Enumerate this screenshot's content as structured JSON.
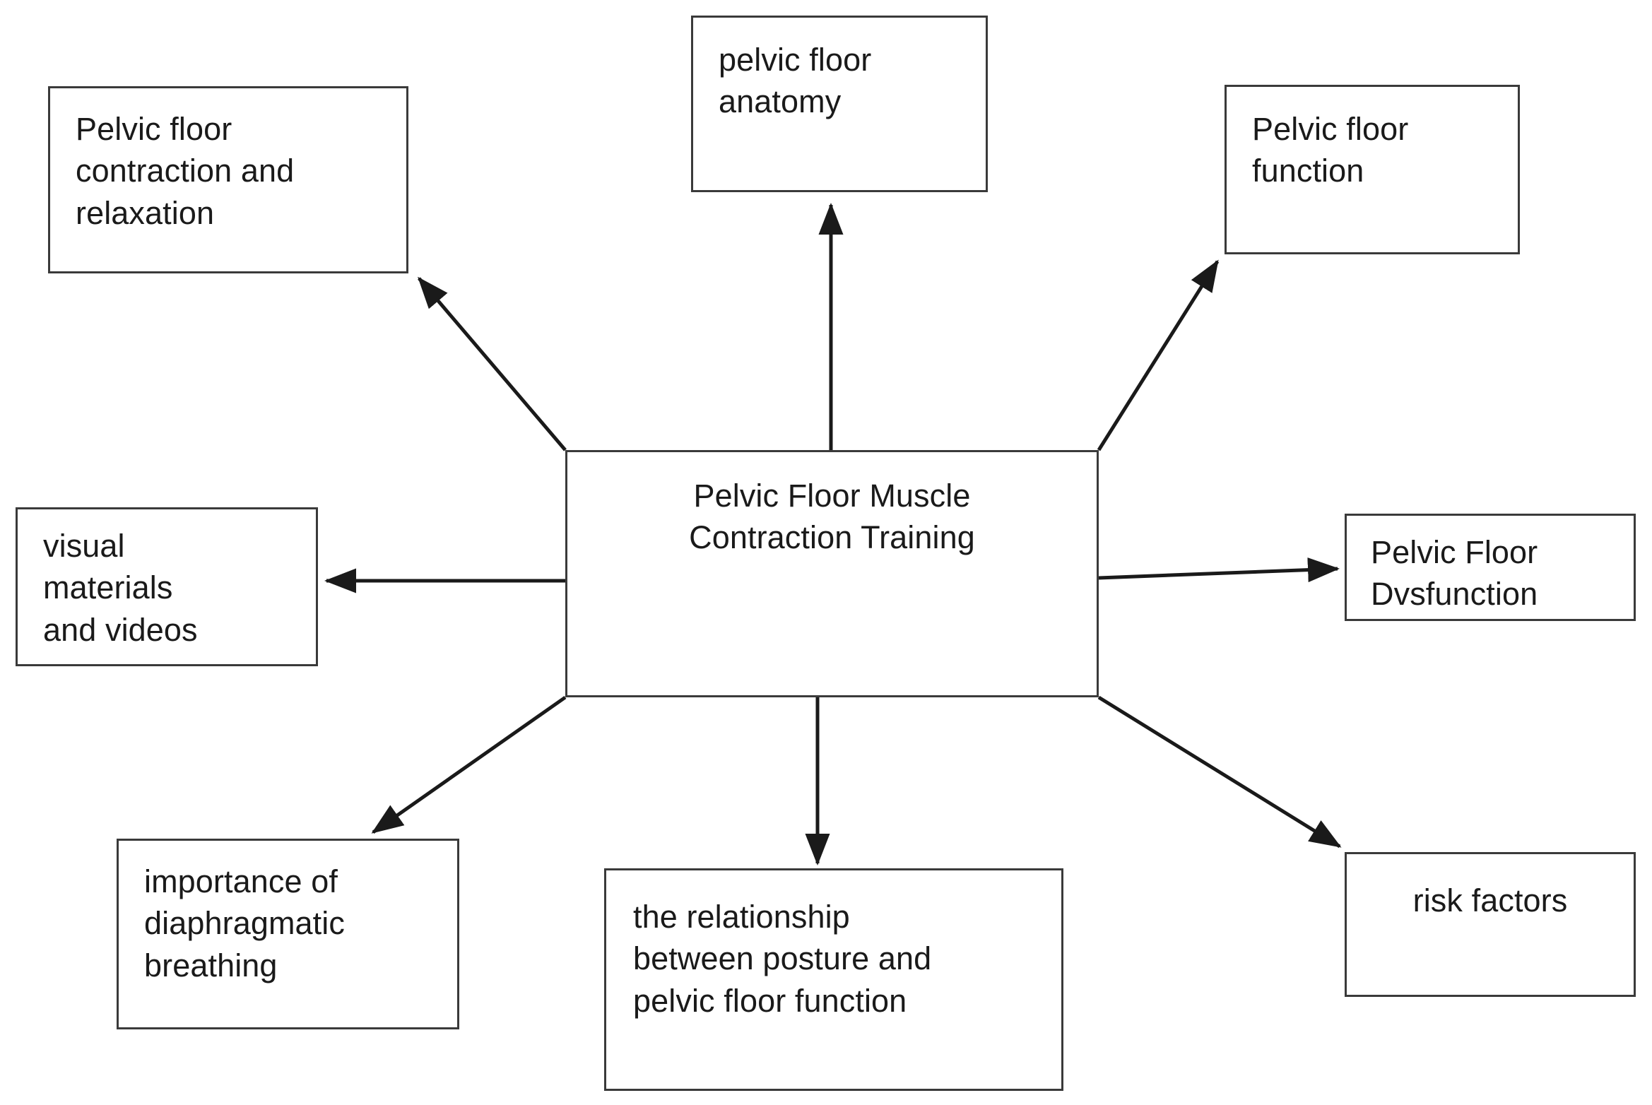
{
  "diagram": {
    "type": "concept-map",
    "center": {
      "id": "center",
      "label": "Pelvic Floor Muscle\nContraction Training"
    },
    "nodes": [
      {
        "id": "anatomy",
        "label": "pelvic floor\nanatomy"
      },
      {
        "id": "contraction",
        "label": "Pelvic floor\ncontraction and\nrelaxation"
      },
      {
        "id": "function",
        "label": "Pelvic floor\nfunction"
      },
      {
        "id": "visual",
        "label": "visual\nmaterials\nand videos"
      },
      {
        "id": "dysfunction",
        "label": "Pelvic Floor\nDvsfunction"
      },
      {
        "id": "breathing",
        "label": "importance of\ndiaphragmatic\nbreathing"
      },
      {
        "id": "posture",
        "label": "the relationship\nbetween posture and\npelvic floor function"
      },
      {
        "id": "risk",
        "label": "risk factors"
      }
    ],
    "edges": [
      {
        "from": "center",
        "to": "anatomy",
        "direction": "up"
      },
      {
        "from": "center",
        "to": "contraction",
        "direction": "up-left"
      },
      {
        "from": "center",
        "to": "function",
        "direction": "up-right"
      },
      {
        "from": "center",
        "to": "visual",
        "direction": "left"
      },
      {
        "from": "center",
        "to": "dysfunction",
        "direction": "right"
      },
      {
        "from": "center",
        "to": "breathing",
        "direction": "down-left"
      },
      {
        "from": "center",
        "to": "posture",
        "direction": "down"
      },
      {
        "from": "center",
        "to": "risk",
        "direction": "down-right"
      }
    ],
    "colors": {
      "node_border": "#3a3a3a",
      "node_fill": "#ffffff",
      "edge": "#1a1a1a",
      "text": "#1a1a1a",
      "background": "#ffffff"
    }
  }
}
